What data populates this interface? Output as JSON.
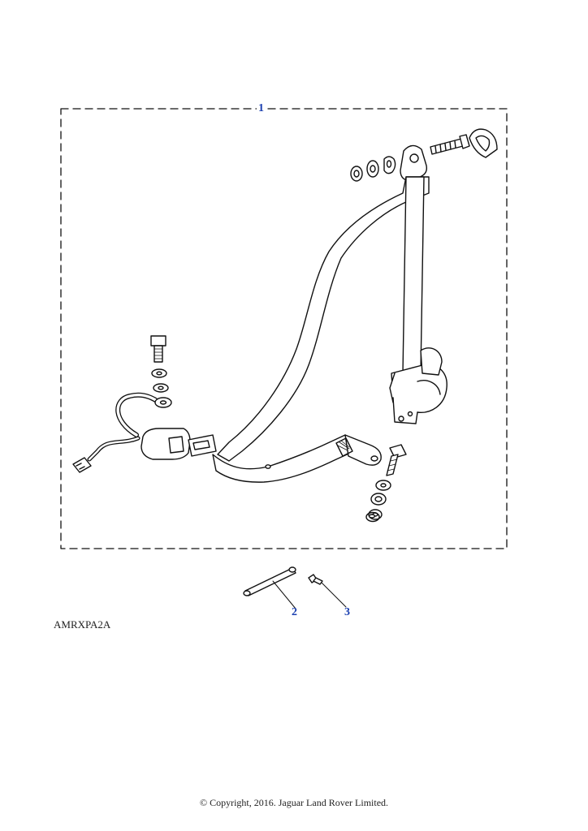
{
  "diagram": {
    "reference_code": "AMRXPA2A",
    "copyright": "© Copyright, 2016. Jaguar Land Rover Limited.",
    "callouts": [
      {
        "id": "1",
        "label": "1"
      },
      {
        "id": "2",
        "label": "2"
      },
      {
        "id": "3",
        "label": "3"
      }
    ],
    "colors": {
      "line": "#111111",
      "callout": "#1a3fb0",
      "fill": "#ffffff"
    }
  }
}
